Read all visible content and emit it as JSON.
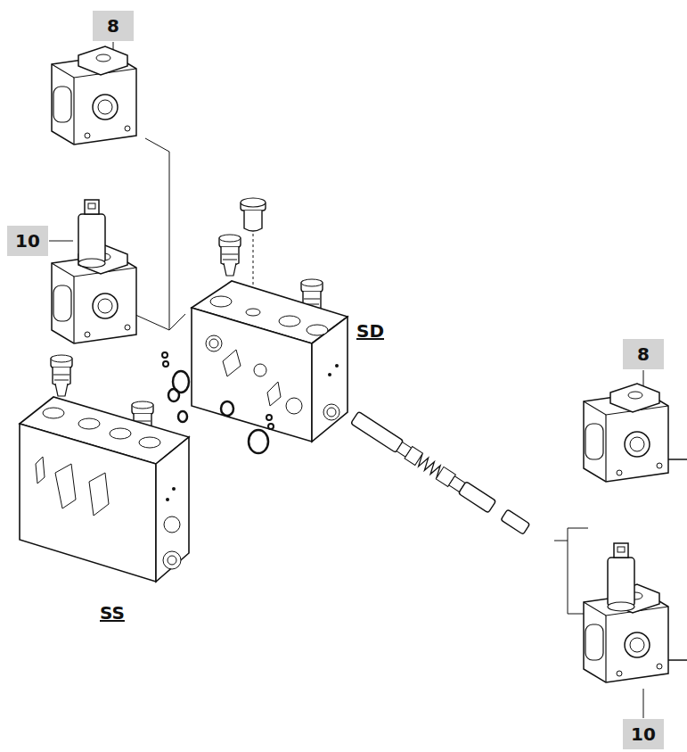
{
  "diagram": {
    "nodes": [
      {
        "text": [
          "8"
        ]
      },
      {
        "text": [
          "10"
        ]
      },
      {
        "text": [
          "8"
        ]
      },
      {
        "text": [
          "10"
        ]
      }
    ],
    "labels": [
      "SD",
      "SS"
    ]
  }
}
